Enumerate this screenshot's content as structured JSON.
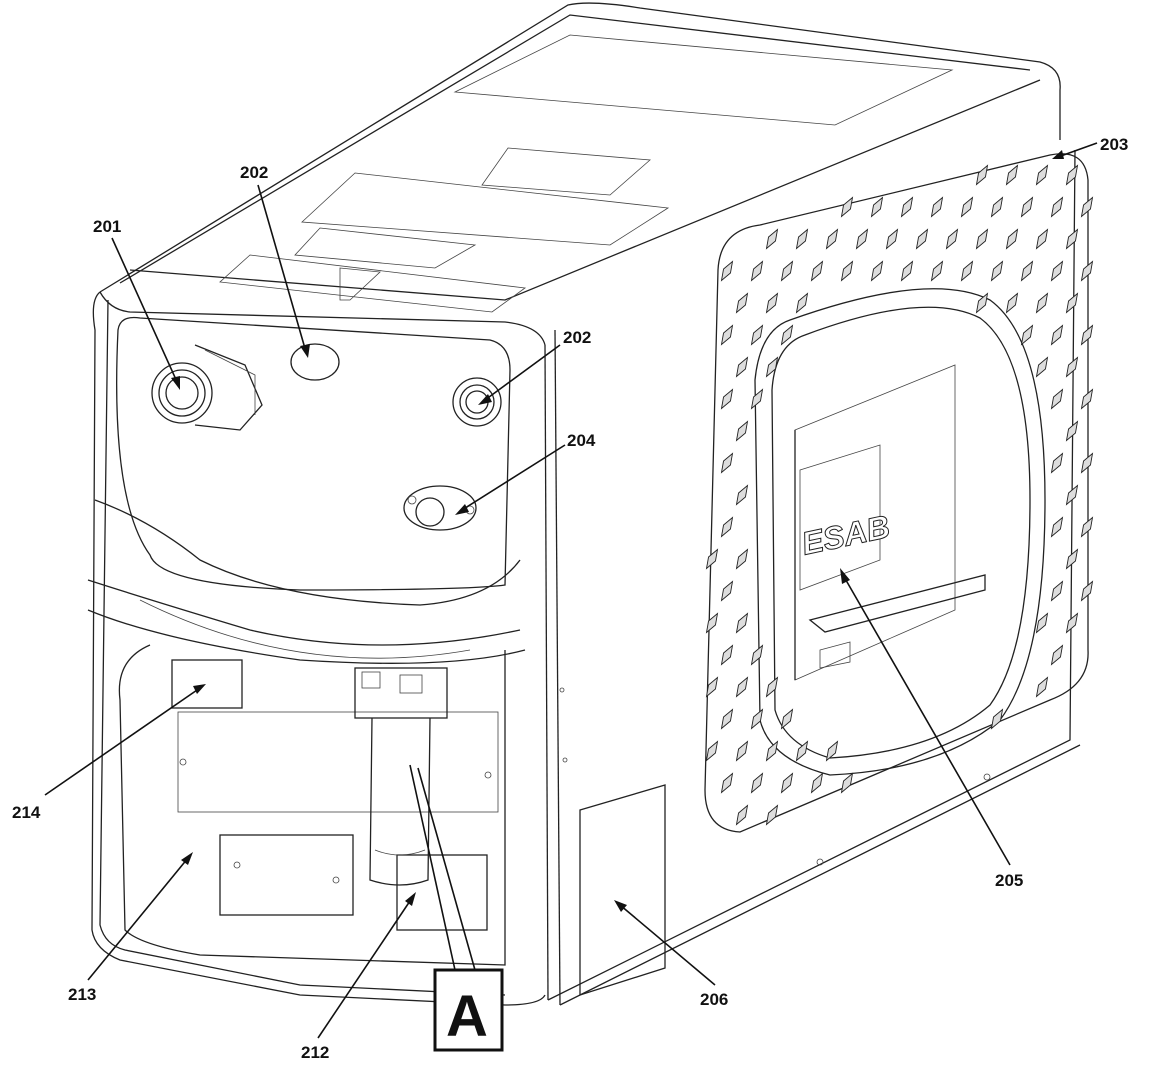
{
  "callouts": {
    "c201": "201",
    "c202a": "202",
    "c202b": "202",
    "c203": "203",
    "c204": "204",
    "c205": "205",
    "c206": "206",
    "c212": "212",
    "c213": "213",
    "c214": "214"
  },
  "detail_marker": "A",
  "brand_logo": "ESAB"
}
